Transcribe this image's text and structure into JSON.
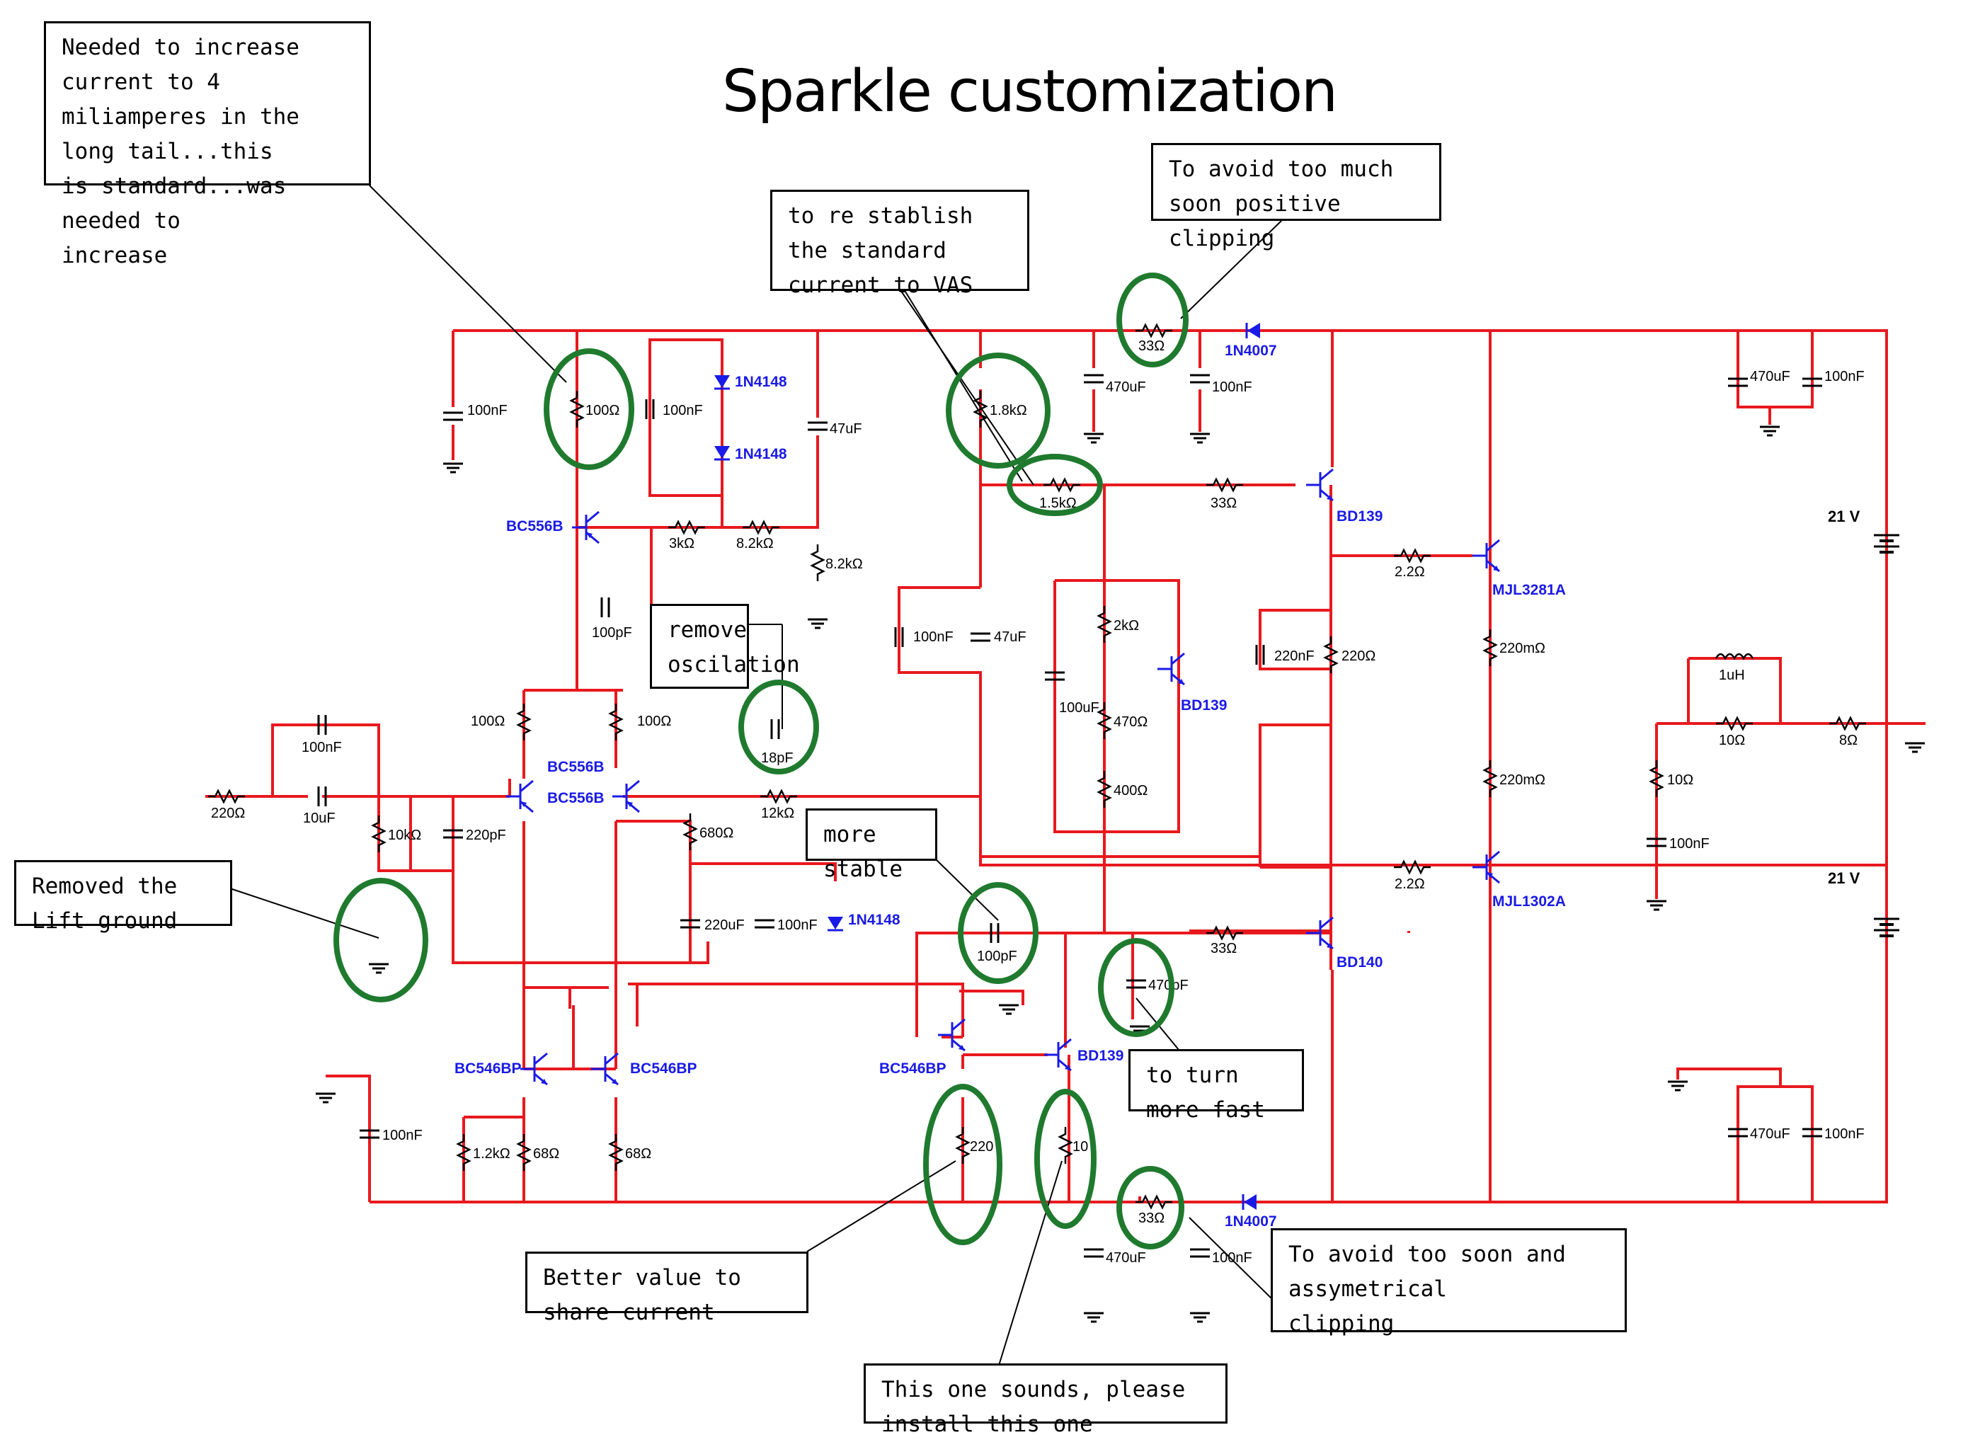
{
  "title": "Sparkle customization",
  "notes": {
    "long_tail": "Needed to increase current to 4\nmiliamperes in the long tail...this\nis standard...was needed to\nincrease",
    "yas_current": "to re stablish the standard\ncurrent to VAS",
    "positive_clipping": "To avoid too much soon positive\nclipping",
    "remove_oscilation": "remove\noscilation",
    "lift_ground": "Removed the Lift ground",
    "more_stable": "more stable",
    "turn_fast": "to turn more fast",
    "share_current": "Better value to share current",
    "asym_clipping": "To avoid too soon and assymetrical\nclipping",
    "install": "This one sounds, please install this one"
  },
  "colors": {
    "wire": "#e8191e",
    "component": "#000000",
    "semiconductor": "#1a1ae6",
    "highlight": "#1f7a2e"
  },
  "labels": {
    "c_100nF_a": "100nF",
    "r_100": "100Ω",
    "c_100nF_b": "100nF",
    "d_1n4148_a": "1N4148",
    "d_1n4148_b": "1N4148",
    "c_47uF_a": "47uF",
    "q_bc556b_a": "BC556B",
    "r_3k": "3kΩ",
    "r_8k2_a": "8.2kΩ",
    "r_8k2_b": "8.2kΩ",
    "c_100pF_a": "100pF",
    "r_1k8": "1.8kΩ",
    "r_1k5": "1.5kΩ",
    "r_33_a": "33Ω",
    "r_33_top": "33Ω",
    "d_1n4007_a": "1N4007",
    "c_470uF_a": "470uF",
    "c_100nF_c": "100nF",
    "c_470uF_b": "470uF",
    "c_100nF_d": "100nF",
    "q_bd139_a": "BD139",
    "r_2_2_a": "2.2Ω",
    "q_mjl3281a": "MJL3281A",
    "v_21_a": "21 V",
    "c_100nF_e": "100nF",
    "c_47uF_b": "47uF",
    "r_2k": "2kΩ",
    "c_100uF": "100uF",
    "r_470": "470Ω",
    "q_bd139_b": "BD139",
    "r_400": "400Ω",
    "c_220nF": "220nF",
    "r_220_a": "220Ω",
    "r_220m_a": "220mΩ",
    "l_1uH": "1uH",
    "r_10_a": "10Ω",
    "r_8": "8Ω",
    "c_100nF_f": "100nF",
    "r_100_b": "100Ω",
    "r_100_c": "100Ω",
    "q_bc556b_b": "BC556B",
    "q_bc556b_c": "BC556B",
    "c_18pF": "18pF",
    "r_220_in": "220Ω",
    "c_10uF": "10uF",
    "r_10k": "10kΩ",
    "c_220pF": "220pF",
    "r_12k": "12kΩ",
    "r_680": "680Ω",
    "c_220uF": "220uF",
    "c_100nF_g": "100nF",
    "d_1n4148_c": "1N4148",
    "c_100pF_b": "100pF",
    "r_33_b": "33Ω",
    "q_bd140": "BD140",
    "r_220m_b": "220mΩ",
    "r_10_b": "10Ω",
    "c_100nF_h": "100nF",
    "r_2_2_b": "2.2Ω",
    "q_mjl1302a": "MJL1302A",
    "v_21_b": "21 V",
    "c_470pF": "470pF",
    "q_bc546bp_a": "BC546BP",
    "q_bc546bp_b": "BC546BP",
    "q_bc546bp_c": "BC546BP",
    "q_bd139_c": "BD139",
    "c_100nF_i": "100nF",
    "r_1k2": "1.2kΩ",
    "r_68_a": "68Ω",
    "r_68_b": "68Ω",
    "r_220_b": "220",
    "r_10_c": "10",
    "r_33_bot": "33Ω",
    "d_1n4007_b": "1N4007",
    "c_470uF_c": "470uF",
    "c_100nF_j": "100nF",
    "c_470uF_d": "470uF",
    "c_100nF_k": "100nF"
  }
}
